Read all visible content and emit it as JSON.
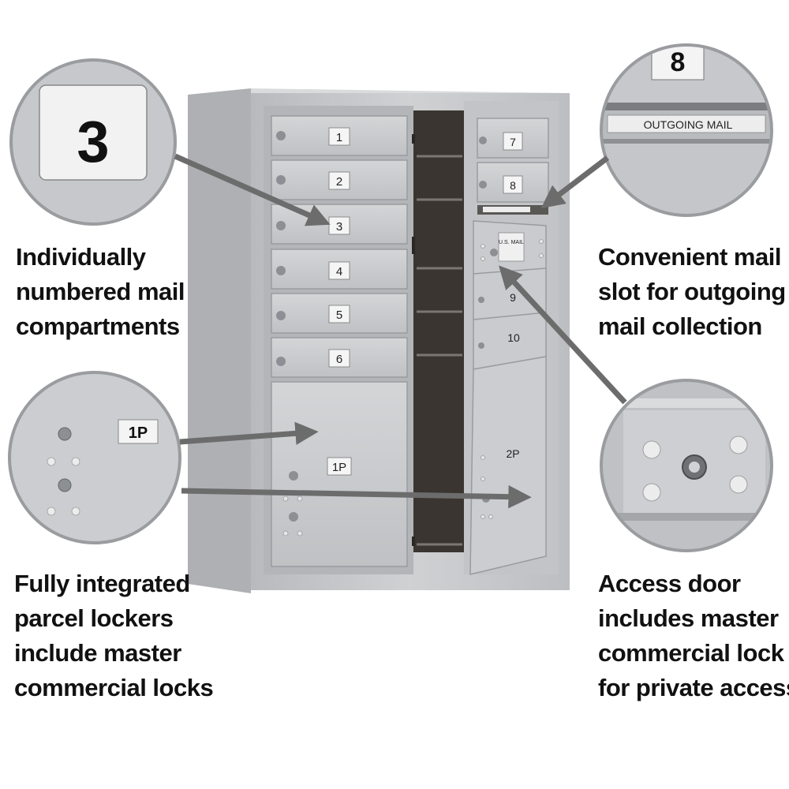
{
  "colors": {
    "metal": "#c4c6c9",
    "metal_light": "#d6d8da",
    "metal_dark": "#9da0a4",
    "interior": "#3a3530",
    "arrow": "#6c6c6c",
    "text": "#111111"
  },
  "compartments_left": [
    "1",
    "2",
    "3",
    "4",
    "5",
    "6"
  ],
  "compartments_right": [
    "7",
    "8",
    "9",
    "10"
  ],
  "parcel_left": "1P",
  "parcel_right": "2P",
  "outgoing_mail_label": "OUTGOING MAIL",
  "door_plate_text": "U.S. MAIL",
  "zoom_number_label": "3",
  "zoom_outgoing_number": "8",
  "zoom_parcel_label": "1P",
  "captions": {
    "numbered": [
      "Individually",
      "numbered mail",
      "compartments"
    ],
    "outgoing": [
      "Convenient mail",
      "slot for outgoing",
      "mail collection"
    ],
    "parcel": [
      "Fully integrated",
      "parcel lockers",
      "include master",
      "commercial locks"
    ],
    "access": [
      "Access door",
      "includes master",
      "commercial lock",
      "for private access"
    ]
  }
}
